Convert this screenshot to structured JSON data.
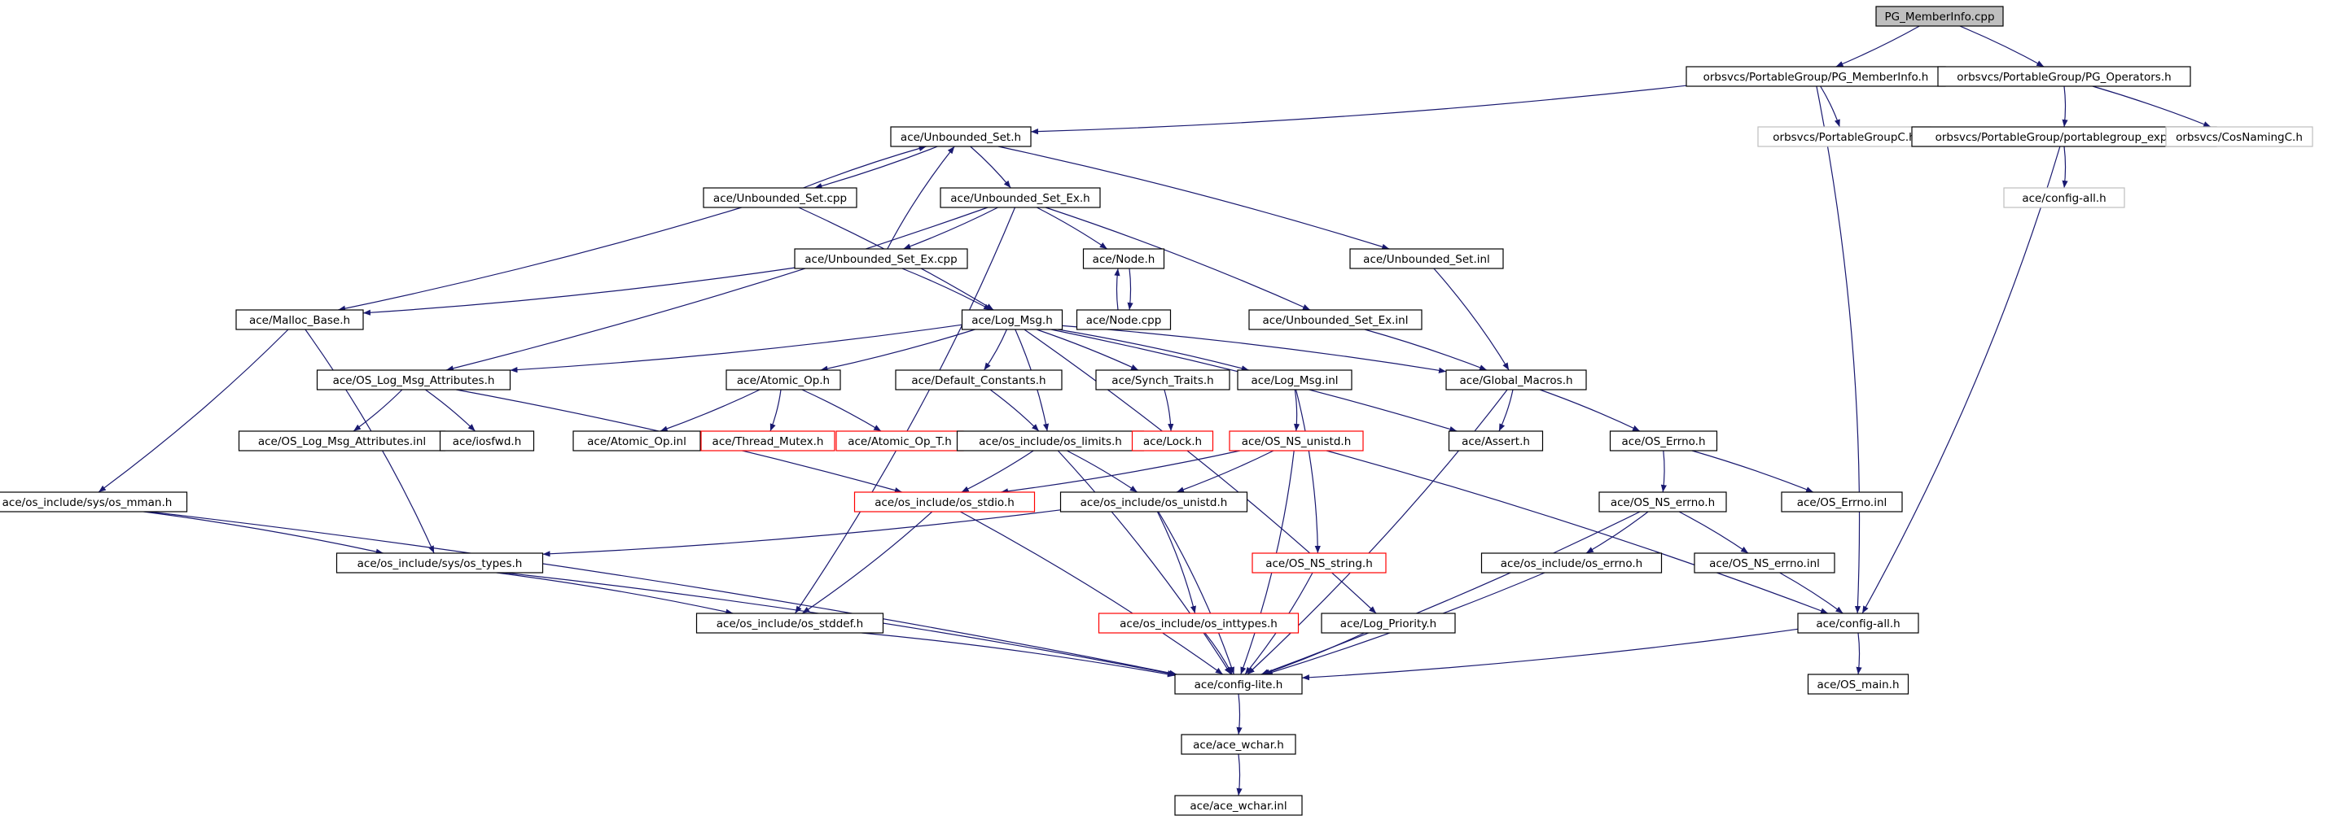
{
  "colors": {
    "edge": "#191970",
    "node_border": "#000000",
    "node_border_missing": "#ff0000",
    "node_border_external": "#bfbfbf",
    "root_fill": "#bfbfbf",
    "node_fill": "#ffffff",
    "text": "#000000",
    "text_external": "#000000"
  },
  "nodes": [
    {
      "id": "pg_memberinfo_cpp",
      "label": "PG_MemberInfo.cpp",
      "kind": "root"
    },
    {
      "id": "pg_memberinfo_h",
      "label": "orbsvcs/PortableGroup/PG_MemberInfo.h",
      "kind": "normal"
    },
    {
      "id": "pg_operators_h",
      "label": "orbsvcs/PortableGroup/PG_Operators.h",
      "kind": "normal"
    },
    {
      "id": "unbounded_set_h",
      "label": "ace/Unbounded_Set.h",
      "kind": "normal"
    },
    {
      "id": "portablegroupc_h",
      "label": "orbsvcs/PortableGroupC.h",
      "kind": "external"
    },
    {
      "id": "portablegroup_export_h",
      "label": "orbsvcs/PortableGroup/portablegroup_export.h",
      "kind": "normal"
    },
    {
      "id": "cosnamingc_h",
      "label": "orbsvcs/CosNamingC.h",
      "kind": "external"
    },
    {
      "id": "unbounded_set_cpp",
      "label": "ace/Unbounded_Set.cpp",
      "kind": "normal"
    },
    {
      "id": "unbounded_set_ex_h",
      "label": "ace/Unbounded_Set_Ex.h",
      "kind": "normal"
    },
    {
      "id": "config_all_ext",
      "label": "ace/config-all.h",
      "kind": "external"
    },
    {
      "id": "unbounded_set_ex_cpp",
      "label": "ace/Unbounded_Set_Ex.cpp",
      "kind": "normal"
    },
    {
      "id": "node_h",
      "label": "ace/Node.h",
      "kind": "normal"
    },
    {
      "id": "unbounded_set_inl",
      "label": "ace/Unbounded_Set.inl",
      "kind": "normal"
    },
    {
      "id": "malloc_base_h",
      "label": "ace/Malloc_Base.h",
      "kind": "normal"
    },
    {
      "id": "log_msg_h",
      "label": "ace/Log_Msg.h",
      "kind": "normal"
    },
    {
      "id": "node_cpp",
      "label": "ace/Node.cpp",
      "kind": "normal"
    },
    {
      "id": "unbounded_set_ex_inl",
      "label": "ace/Unbounded_Set_Ex.inl",
      "kind": "normal"
    },
    {
      "id": "os_log_msg_attributes_h",
      "label": "ace/OS_Log_Msg_Attributes.h",
      "kind": "normal"
    },
    {
      "id": "atomic_op_h",
      "label": "ace/Atomic_Op.h",
      "kind": "normal"
    },
    {
      "id": "default_constants_h",
      "label": "ace/Default_Constants.h",
      "kind": "normal"
    },
    {
      "id": "synch_traits_h",
      "label": "ace/Synch_Traits.h",
      "kind": "normal"
    },
    {
      "id": "log_msg_inl",
      "label": "ace/Log_Msg.inl",
      "kind": "normal"
    },
    {
      "id": "global_macros_h",
      "label": "ace/Global_Macros.h",
      "kind": "normal"
    },
    {
      "id": "os_log_msg_attributes_inl",
      "label": "ace/OS_Log_Msg_Attributes.inl",
      "kind": "normal"
    },
    {
      "id": "iosfwd_h",
      "label": "ace/iosfwd.h",
      "kind": "normal"
    },
    {
      "id": "atomic_op_inl",
      "label": "ace/Atomic_Op.inl",
      "kind": "normal"
    },
    {
      "id": "thread_mutex_h",
      "label": "ace/Thread_Mutex.h",
      "kind": "missing"
    },
    {
      "id": "atomic_op_t_h",
      "label": "ace/Atomic_Op_T.h",
      "kind": "missing"
    },
    {
      "id": "os_limits_h",
      "label": "ace/os_include/os_limits.h",
      "kind": "normal"
    },
    {
      "id": "lock_h",
      "label": "ace/Lock.h",
      "kind": "missing"
    },
    {
      "id": "os_ns_unistd_h",
      "label": "ace/OS_NS_unistd.h",
      "kind": "missing"
    },
    {
      "id": "assert_h",
      "label": "ace/Assert.h",
      "kind": "normal"
    },
    {
      "id": "os_errno_h",
      "label": "ace/OS_Errno.h",
      "kind": "normal"
    },
    {
      "id": "sys_os_mman_h",
      "label": "ace/os_include/sys/os_mman.h",
      "kind": "normal"
    },
    {
      "id": "os_stdio_h",
      "label": "ace/os_include/os_stdio.h",
      "kind": "missing"
    },
    {
      "id": "os_unistd_h",
      "label": "ace/os_include/os_unistd.h",
      "kind": "normal"
    },
    {
      "id": "os_ns_errno_h",
      "label": "ace/OS_NS_errno.h",
      "kind": "normal"
    },
    {
      "id": "os_errno_inl",
      "label": "ace/OS_Errno.inl",
      "kind": "normal"
    },
    {
      "id": "sys_os_types_h",
      "label": "ace/os_include/sys/os_types.h",
      "kind": "normal"
    },
    {
      "id": "os_ns_string_h",
      "label": "ace/OS_NS_string.h",
      "kind": "missing"
    },
    {
      "id": "os_include_os_errno_h",
      "label": "ace/os_include/os_errno.h",
      "kind": "normal"
    },
    {
      "id": "os_ns_errno_inl",
      "label": "ace/OS_NS_errno.inl",
      "kind": "normal"
    },
    {
      "id": "os_stddef_h",
      "label": "ace/os_include/os_stddef.h",
      "kind": "normal"
    },
    {
      "id": "os_inttypes_h",
      "label": "ace/os_include/os_inttypes.h",
      "kind": "missing"
    },
    {
      "id": "log_priority_h",
      "label": "ace/Log_Priority.h",
      "kind": "normal"
    },
    {
      "id": "config_all_h",
      "label": "ace/config-all.h",
      "kind": "normal"
    },
    {
      "id": "config_lite_h",
      "label": "ace/config-lite.h",
      "kind": "normal"
    },
    {
      "id": "os_main_h",
      "label": "ace/OS_main.h",
      "kind": "normal"
    },
    {
      "id": "ace_wchar_h",
      "label": "ace/ace_wchar.h",
      "kind": "normal"
    },
    {
      "id": "ace_wchar_inl",
      "label": "ace/ace_wchar.inl",
      "kind": "normal"
    }
  ],
  "edges": [
    [
      "pg_memberinfo_cpp",
      "pg_memberinfo_h"
    ],
    [
      "pg_memberinfo_cpp",
      "pg_operators_h"
    ],
    [
      "pg_memberinfo_h",
      "unbounded_set_h"
    ],
    [
      "pg_memberinfo_h",
      "portablegroupc_h"
    ],
    [
      "pg_memberinfo_h",
      "config_all_h"
    ],
    [
      "pg_operators_h",
      "portablegroup_export_h"
    ],
    [
      "pg_operators_h",
      "cosnamingc_h"
    ],
    [
      "portablegroup_export_h",
      "config_all_ext"
    ],
    [
      "portablegroup_export_h",
      "config_all_h"
    ],
    [
      "unbounded_set_h",
      "unbounded_set_cpp"
    ],
    [
      "unbounded_set_cpp",
      "unbounded_set_h"
    ],
    [
      "unbounded_set_h",
      "unbounded_set_ex_h"
    ],
    [
      "unbounded_set_h",
      "unbounded_set_inl"
    ],
    [
      "unbounded_set_cpp",
      "malloc_base_h"
    ],
    [
      "unbounded_set_cpp",
      "log_msg_h"
    ],
    [
      "unbounded_set_ex_cpp",
      "unbounded_set_h"
    ],
    [
      "unbounded_set_ex_h",
      "unbounded_set_ex_cpp"
    ],
    [
      "unbounded_set_ex_h",
      "node_h"
    ],
    [
      "unbounded_set_ex_h",
      "unbounded_set_ex_inl"
    ],
    [
      "unbounded_set_ex_h",
      "os_log_msg_attributes_h"
    ],
    [
      "unbounded_set_ex_h",
      "os_stddef_h"
    ],
    [
      "unbounded_set_ex_cpp",
      "malloc_base_h"
    ],
    [
      "unbounded_set_ex_cpp",
      "log_msg_h"
    ],
    [
      "node_h",
      "node_cpp"
    ],
    [
      "node_cpp",
      "node_h"
    ],
    [
      "unbounded_set_inl",
      "global_macros_h"
    ],
    [
      "unbounded_set_ex_inl",
      "global_macros_h"
    ],
    [
      "malloc_base_h",
      "sys_os_mman_h"
    ],
    [
      "malloc_base_h",
      "sys_os_types_h"
    ],
    [
      "log_msg_h",
      "os_log_msg_attributes_h"
    ],
    [
      "log_msg_h",
      "atomic_op_h"
    ],
    [
      "log_msg_h",
      "default_constants_h"
    ],
    [
      "log_msg_h",
      "os_limits_h"
    ],
    [
      "log_msg_h",
      "synch_traits_h"
    ],
    [
      "log_msg_h",
      "log_msg_inl"
    ],
    [
      "log_msg_h",
      "global_macros_h"
    ],
    [
      "log_msg_h",
      "assert_h"
    ],
    [
      "log_msg_h",
      "log_priority_h"
    ],
    [
      "os_log_msg_attributes_h",
      "os_log_msg_attributes_inl"
    ],
    [
      "os_log_msg_attributes_h",
      "iosfwd_h"
    ],
    [
      "os_log_msg_attributes_h",
      "os_stdio_h"
    ],
    [
      "atomic_op_h",
      "atomic_op_inl"
    ],
    [
      "atomic_op_h",
      "thread_mutex_h"
    ],
    [
      "atomic_op_h",
      "atomic_op_t_h"
    ],
    [
      "default_constants_h",
      "os_limits_h"
    ],
    [
      "synch_traits_h",
      "lock_h"
    ],
    [
      "log_msg_inl",
      "os_ns_unistd_h"
    ],
    [
      "log_msg_inl",
      "os_ns_string_h"
    ],
    [
      "global_macros_h",
      "assert_h"
    ],
    [
      "global_macros_h",
      "os_errno_h"
    ],
    [
      "global_macros_h",
      "config_lite_h"
    ],
    [
      "os_limits_h",
      "os_stdio_h"
    ],
    [
      "os_limits_h",
      "os_unistd_h"
    ],
    [
      "os_limits_h",
      "config_lite_h"
    ],
    [
      "os_ns_unistd_h",
      "os_stdio_h"
    ],
    [
      "os_ns_unistd_h",
      "os_unistd_h"
    ],
    [
      "os_ns_unistd_h",
      "config_lite_h"
    ],
    [
      "os_ns_unistd_h",
      "config_all_h"
    ],
    [
      "os_errno_h",
      "os_ns_errno_h"
    ],
    [
      "os_errno_h",
      "os_errno_inl"
    ],
    [
      "sys_os_mman_h",
      "sys_os_types_h"
    ],
    [
      "sys_os_mman_h",
      "config_lite_h"
    ],
    [
      "os_stdio_h",
      "os_stddef_h"
    ],
    [
      "os_stdio_h",
      "config_lite_h"
    ],
    [
      "os_unistd_h",
      "sys_os_types_h"
    ],
    [
      "os_unistd_h",
      "os_inttypes_h"
    ],
    [
      "os_unistd_h",
      "config_lite_h"
    ],
    [
      "os_ns_errno_h",
      "os_include_os_errno_h"
    ],
    [
      "os_ns_errno_h",
      "os_ns_errno_inl"
    ],
    [
      "os_ns_errno_h",
      "config_lite_h"
    ],
    [
      "os_ns_errno_inl",
      "config_all_h"
    ],
    [
      "sys_os_types_h",
      "os_stddef_h"
    ],
    [
      "sys_os_types_h",
      "config_lite_h"
    ],
    [
      "os_ns_string_h",
      "config_lite_h"
    ],
    [
      "os_include_os_errno_h",
      "config_lite_h"
    ],
    [
      "os_stddef_h",
      "config_lite_h"
    ],
    [
      "os_inttypes_h",
      "config_lite_h"
    ],
    [
      "log_priority_h",
      "config_lite_h"
    ],
    [
      "config_all_h",
      "config_lite_h"
    ],
    [
      "config_all_h",
      "os_main_h"
    ],
    [
      "config_lite_h",
      "ace_wchar_h"
    ],
    [
      "ace_wchar_h",
      "ace_wchar_inl"
    ]
  ]
}
